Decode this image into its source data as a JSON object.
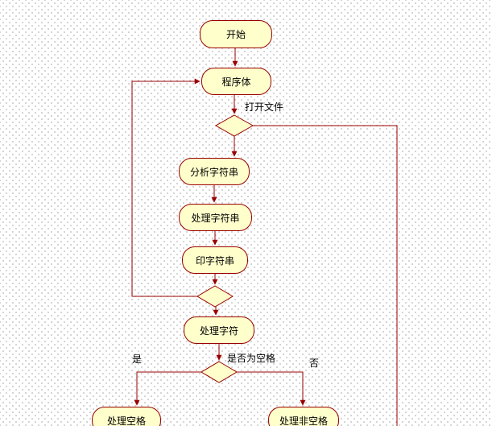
{
  "diagram": {
    "nodes": {
      "start": {
        "label": "开始"
      },
      "program_body": {
        "label": "程序体"
      },
      "analyze_string": {
        "label": "分析字符串"
      },
      "process_string": {
        "label": "处理字符串"
      },
      "print_string": {
        "label": "印字符串"
      },
      "process_char": {
        "label": "处理字符"
      },
      "process_space": {
        "label": "处理空格"
      },
      "process_nonspace": {
        "label": "处理非空格"
      }
    },
    "edge_labels": {
      "open_file": "打开文件",
      "is_space_question": "是否为空格",
      "yes": "是",
      "no": "否"
    },
    "colors": {
      "node_fill": "#FFFFCC",
      "node_border": "#990000",
      "connector": "#990000",
      "text": "#000000",
      "background": "#FFFFFF",
      "grid_dot": "#C9C9C9"
    }
  }
}
